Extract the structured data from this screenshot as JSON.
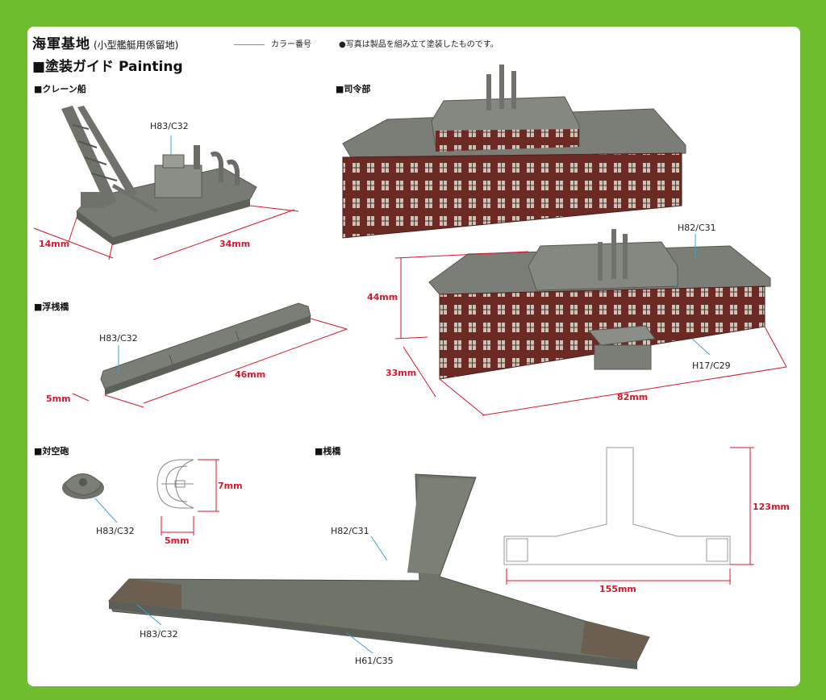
{
  "header": {
    "title": "海軍基地",
    "subtitle": "(小型艦艇用係留地)",
    "guide": "■塗装ガイド Painting",
    "legend_label": "カラー番号",
    "note": "●写真は製品を組み立て塗装したものです。"
  },
  "sections": {
    "crane_ship": "■クレーン船",
    "hq": "■司令部",
    "floating_pier": "■浮桟橋",
    "aa_gun": "■対空砲",
    "pier": "■桟橋"
  },
  "crane_ship": {
    "color": "H83/C32",
    "width": "14mm",
    "length": "34mm"
  },
  "hq": {
    "roof_color": "H82/C31",
    "wall_color": "H17/C29",
    "height": "44mm",
    "depth": "33mm",
    "width": "82mm"
  },
  "floating_pier": {
    "color": "H83/C32",
    "width": "5mm",
    "length": "46mm"
  },
  "aa_gun": {
    "color": "H83/C32",
    "height": "7mm",
    "width": "5mm"
  },
  "pier": {
    "top_color": "H82/C31",
    "end_color": "H83/C32",
    "side_color": "H61/C35",
    "height": "123mm",
    "width": "155mm"
  },
  "colors": {
    "background": "#6fbc2f",
    "leader_line": "#3aa3d3",
    "dimension": "#d8172a",
    "brick": "#6b2a24",
    "roof": "#7b7e76"
  }
}
